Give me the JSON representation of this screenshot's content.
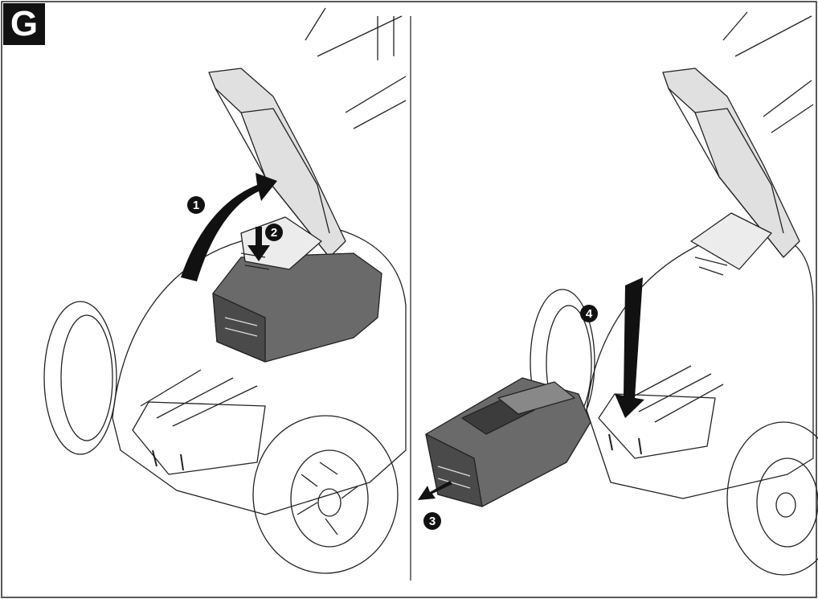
{
  "figure": {
    "label": "G"
  },
  "steps": {
    "s1": "1",
    "s2": "2",
    "s3": "3",
    "s4": "4"
  },
  "colors": {
    "line": "#222222",
    "battery": "#666666",
    "battery_dark": "#3c3c3c",
    "lid": "#dcdcdc",
    "arrow": "#111111"
  }
}
